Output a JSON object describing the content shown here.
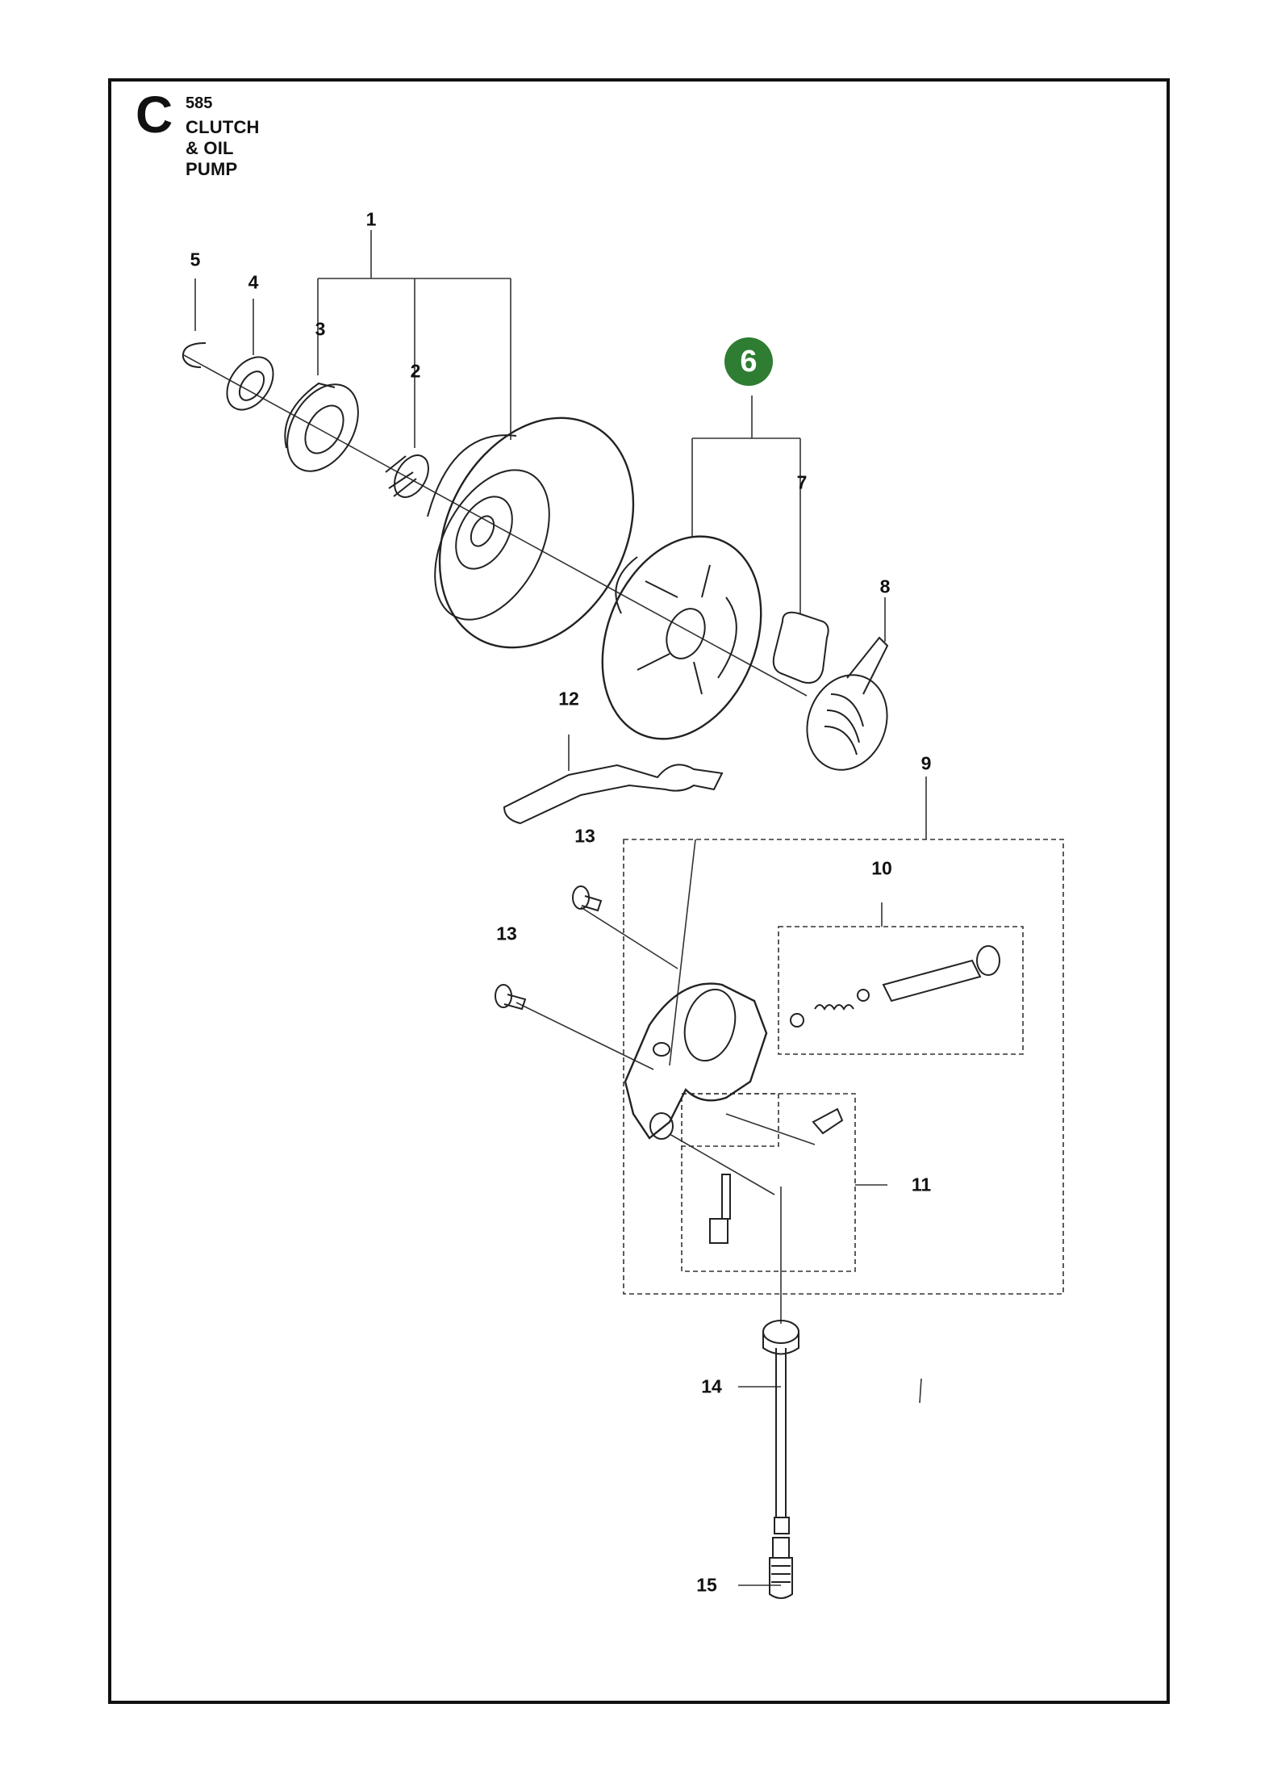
{
  "header": {
    "section_letter": "C",
    "page_number": "585",
    "title": "CLUTCH & OIL PUMP"
  },
  "highlight": {
    "label": "6",
    "color": "#2e7d32"
  },
  "callouts": [
    "1",
    "2",
    "3",
    "4",
    "5",
    "7",
    "8",
    "9",
    "10",
    "11",
    "12",
    "13",
    "13",
    "14",
    "15"
  ]
}
